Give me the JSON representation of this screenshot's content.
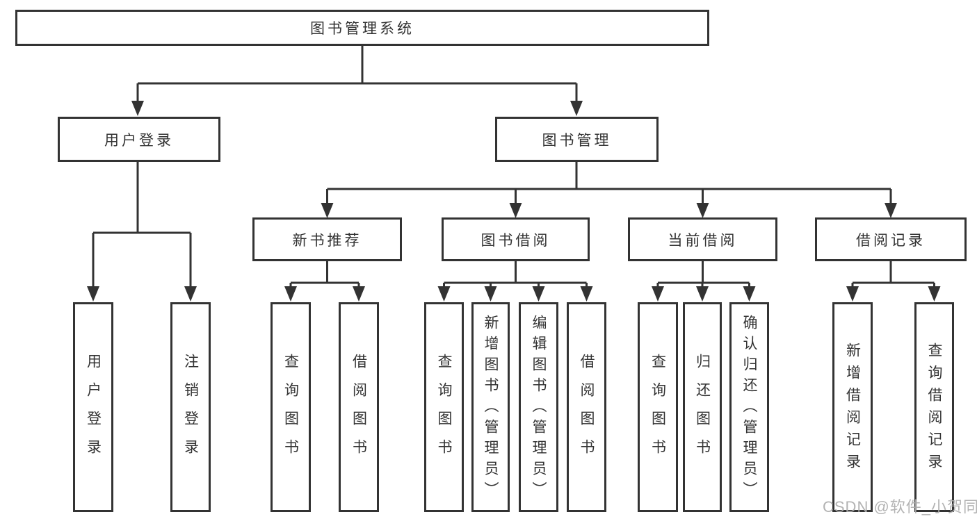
{
  "diagram_title": "图书管理系统",
  "tree": {
    "root": {
      "label": "图书管理系统",
      "children": [
        {
          "label": "用户登录",
          "children": [
            {
              "label": "用户登录"
            },
            {
              "label": "注销登录"
            }
          ]
        },
        {
          "label": "图书管理",
          "children": [
            {
              "label": "新书推荐",
              "children": [
                {
                  "label": "查询图书"
                },
                {
                  "label": "借阅图书"
                }
              ]
            },
            {
              "label": "图书借阅",
              "children": [
                {
                  "label": "查询图书"
                },
                {
                  "label": "新增图书（管理员）"
                },
                {
                  "label": "编辑图书（管理员）"
                },
                {
                  "label": "借阅图书"
                }
              ]
            },
            {
              "label": "当前借阅",
              "children": [
                {
                  "label": "查询图书"
                },
                {
                  "label": "归还图书"
                },
                {
                  "label": "确认归还（管理员）"
                }
              ]
            },
            {
              "label": "借阅记录",
              "children": [
                {
                  "label": "新增借阅记录"
                },
                {
                  "label": "查询借阅记录"
                }
              ]
            }
          ]
        }
      ]
    }
  },
  "watermark": {
    "text": "CSDN @软件_小贺同学"
  },
  "colors": {
    "line": "#333333",
    "box_border": "#333333",
    "text": "#333333",
    "watermark": "#acacac",
    "background": "#ffffff"
  }
}
